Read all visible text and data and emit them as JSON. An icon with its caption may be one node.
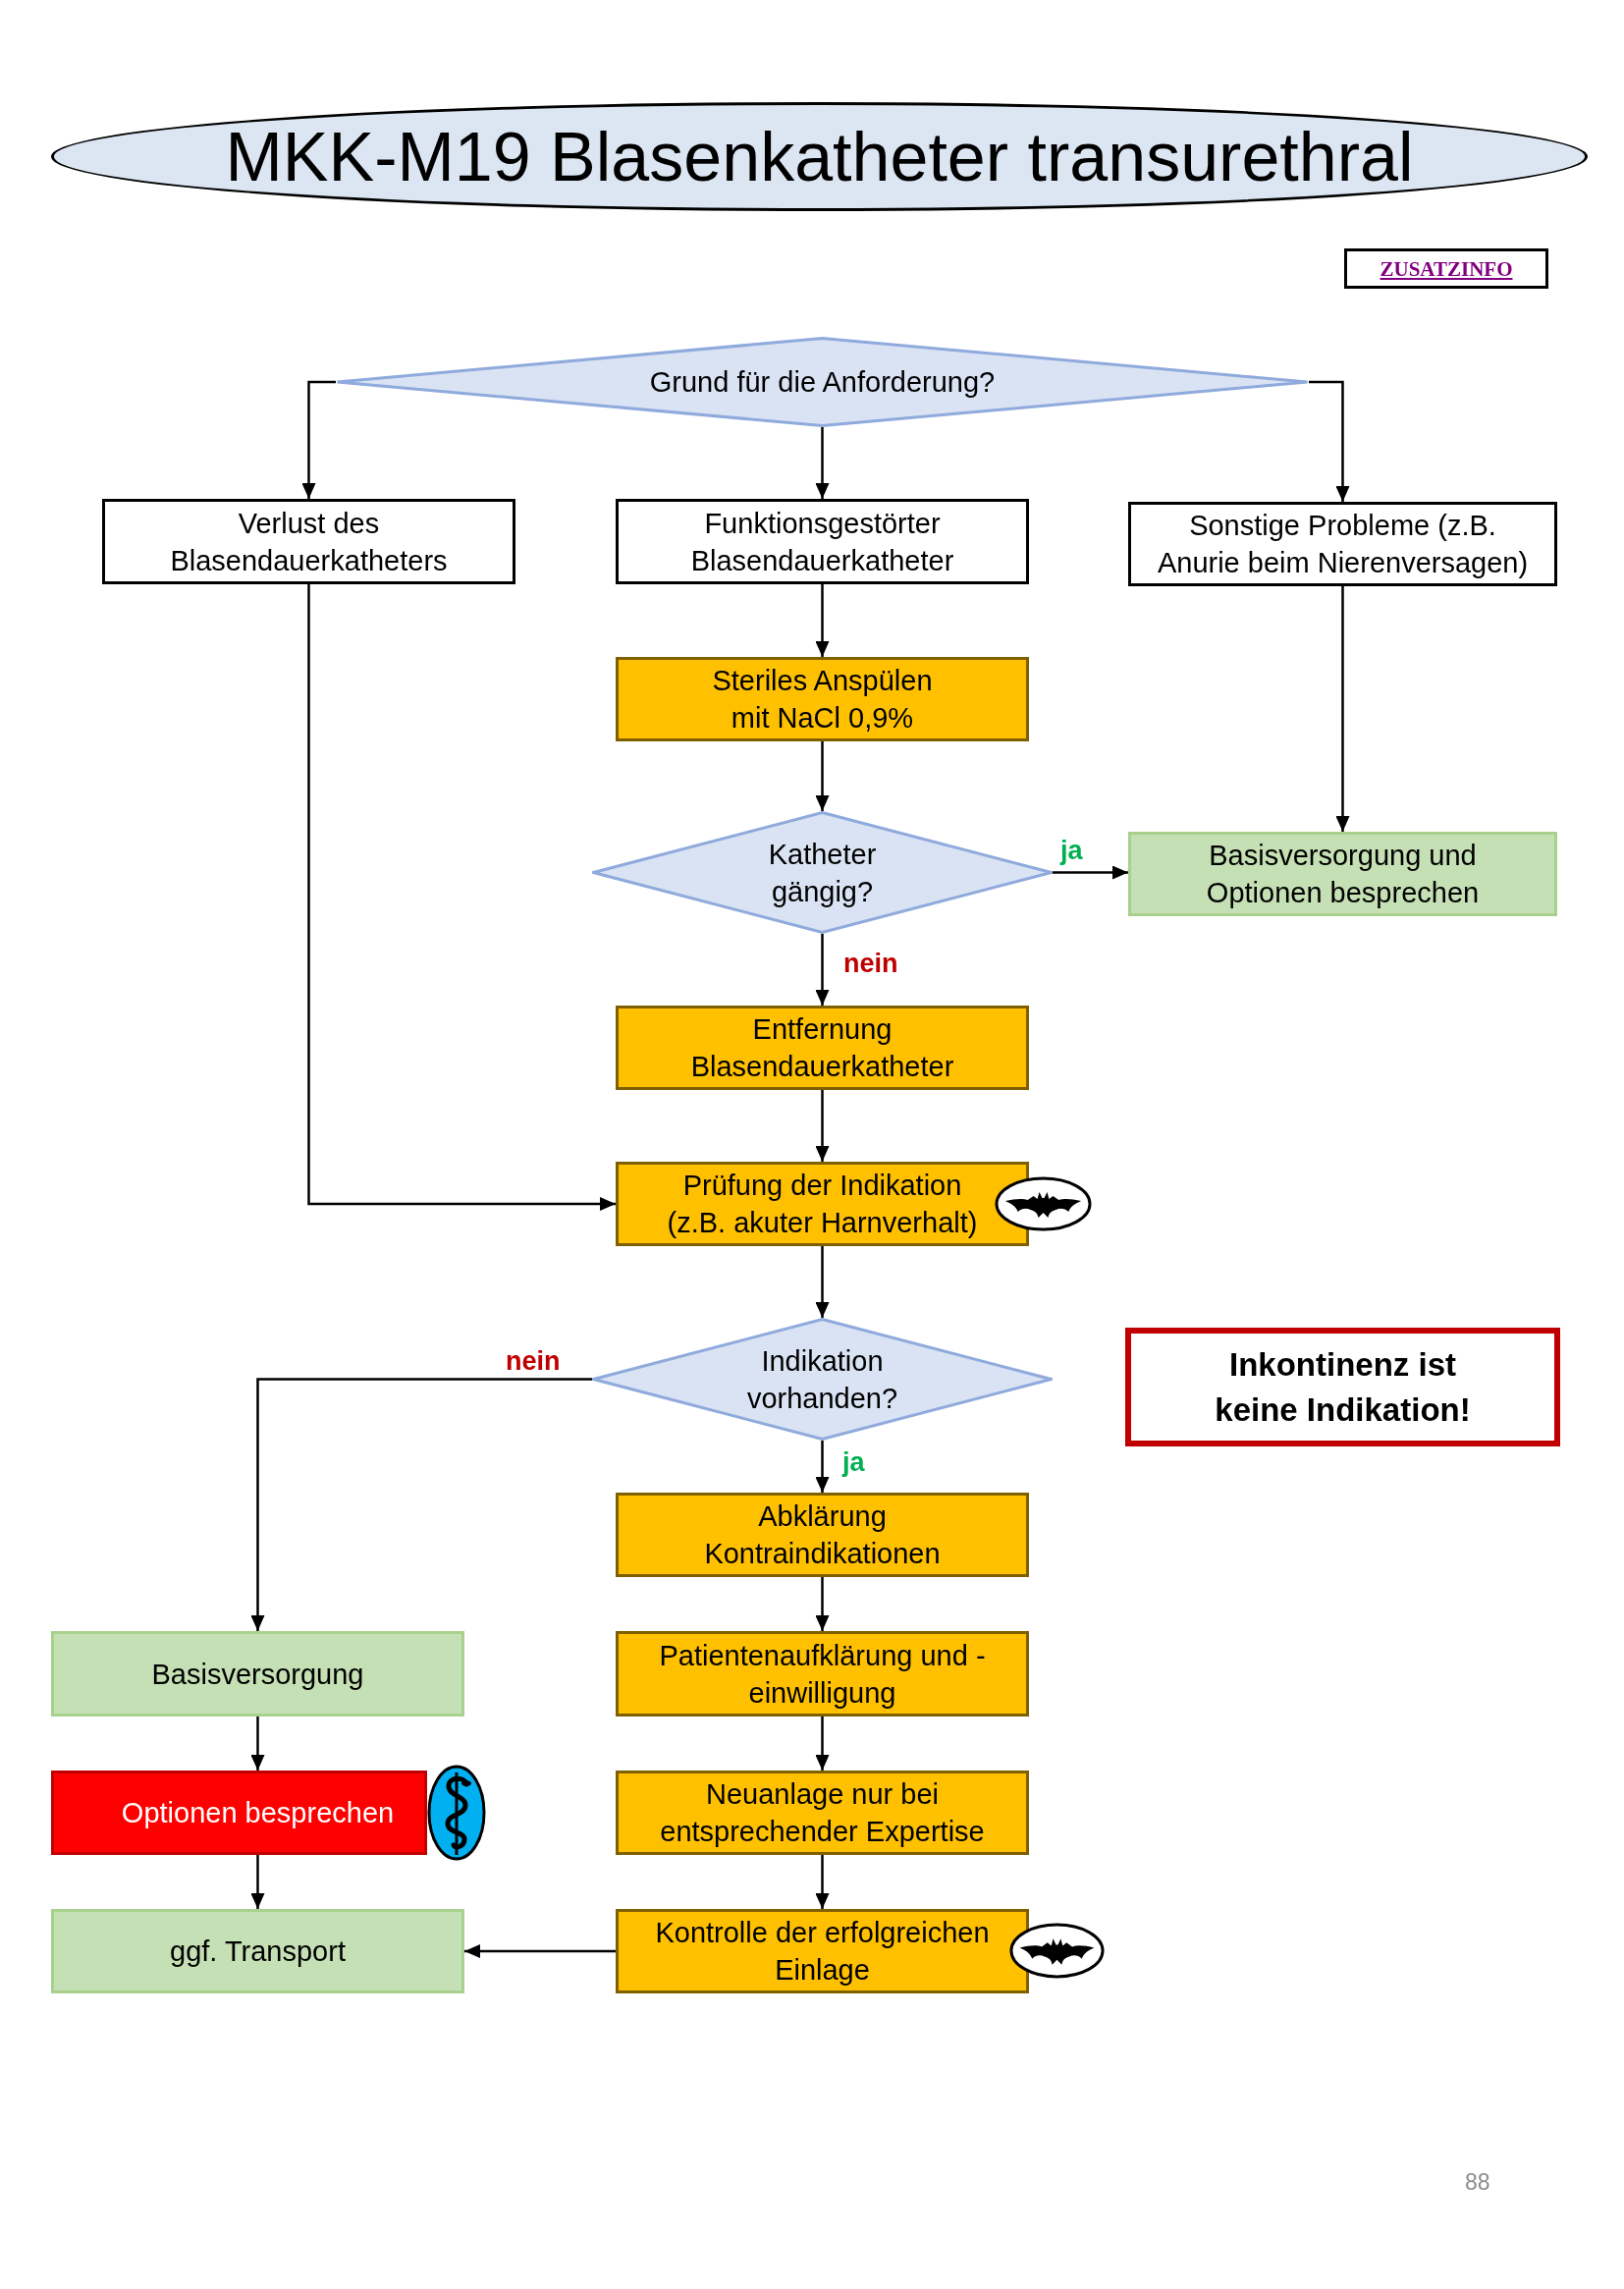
{
  "diagram": {
    "title": "MKK-M19 Blasenkatheter transurethral",
    "nodes": [
      {
        "text": [
          "ZUSATZINFO"
        ]
      },
      {
        "text": [
          "Grund für die Anforderung?"
        ]
      },
      {
        "text": [
          "Verlust des Blasendauerkatheters"
        ]
      },
      {
        "text": [
          "Funktionsgestörter Blasendauerkatheter"
        ]
      },
      {
        "text": [
          "Sonstige Probleme (z.B. Anurie beim Nierenversagen)"
        ]
      },
      {
        "text": [
          "Steriles Anspülen mit NaCl 0,9%"
        ]
      },
      {
        "text": [
          "Katheter gängig?"
        ]
      },
      {
        "text": [
          "Basisversorgung und Optionen besprechen"
        ]
      },
      {
        "text": [
          "Entfernung Blasendauerkatheter"
        ]
      },
      {
        "text": [
          "Prüfung der Indikation (z.B. akuter Harnverhalt)"
        ]
      },
      {
        "text": [
          "Indikation vorhanden?"
        ]
      },
      {
        "text": [
          "Inkontinenz ist keine Indikation!"
        ]
      },
      {
        "text": [
          "Abklärung Kontraindikationen"
        ]
      },
      {
        "text": [
          "Basisversorgung"
        ]
      },
      {
        "text": [
          "Patientenaufklärung und - einwilligung"
        ]
      },
      {
        "text": [
          "Optionen besprechen"
        ]
      },
      {
        "text": [
          "Neuanlage nur bei entsprechender Expertise"
        ]
      },
      {
        "text": [
          "ggf. Transport"
        ]
      },
      {
        "text": [
          "Kontrolle der erfolgreichen Einlage"
        ]
      }
    ],
    "edges": [
      {
        "from": 1,
        "to": 2,
        "arrow": "to"
      },
      {
        "from": 1,
        "to": 3,
        "arrow": "to"
      },
      {
        "from": 1,
        "to": 4,
        "arrow": "to"
      },
      {
        "from": 3,
        "to": 5,
        "arrow": "to"
      },
      {
        "from": 5,
        "to": 6,
        "arrow": "to"
      },
      {
        "from": 6,
        "to": 7,
        "arrow": "to",
        "label": "ja"
      },
      {
        "from": 4,
        "to": 7,
        "arrow": "to"
      },
      {
        "from": 6,
        "to": 8,
        "arrow": "to",
        "label": "nein"
      },
      {
        "from": 8,
        "to": 9,
        "arrow": "to"
      },
      {
        "from": 2,
        "to": 9,
        "arrow": "to"
      },
      {
        "from": 9,
        "to": 10,
        "arrow": "to"
      },
      {
        "from": 10,
        "to": 13,
        "arrow": "to",
        "label": "nein"
      },
      {
        "from": 10,
        "to": 12,
        "arrow": "to",
        "label": "ja"
      },
      {
        "from": 12,
        "to": 14,
        "arrow": "to"
      },
      {
        "from": 14,
        "to": 16,
        "arrow": "to"
      },
      {
        "from": 13,
        "to": 15,
        "arrow": "to"
      },
      {
        "from": 15,
        "to": 17,
        "arrow": "to"
      },
      {
        "from": 16,
        "to": 18,
        "arrow": "to"
      },
      {
        "from": 18,
        "to": 17,
        "arrow": "to"
      }
    ],
    "labels": [
      "88"
    ]
  }
}
